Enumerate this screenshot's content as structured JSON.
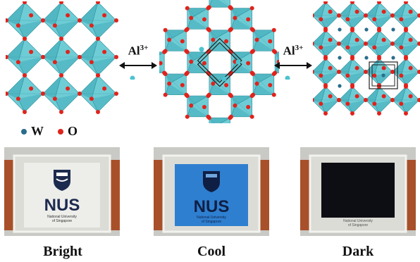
{
  "legend": {
    "w_label": "W",
    "o_label": "O",
    "w_color": "#2a6d8a",
    "o_color": "#e0231c"
  },
  "arrows": [
    {
      "ion": "Al",
      "charge": "3+"
    },
    {
      "ion": "Al",
      "charge": "3+"
    }
  ],
  "colors": {
    "octahedron": "#62c8d2",
    "octahedron_dark": "#3aa6b4",
    "copper": "#a8502a",
    "cool_tint": "#2f7fd0",
    "dark_film": "#0d0d14"
  },
  "panels": [
    {
      "caption": "Bright",
      "logo_text": "NUS",
      "sub_line1": "National University",
      "sub_line2": "of Singapore"
    },
    {
      "caption": "Cool",
      "logo_text": "NUS",
      "sub_line1": "National University",
      "sub_line2": "of Singapore"
    },
    {
      "caption": "Dark",
      "sub_line1": "National University",
      "sub_line2": "of Singapore"
    }
  ]
}
